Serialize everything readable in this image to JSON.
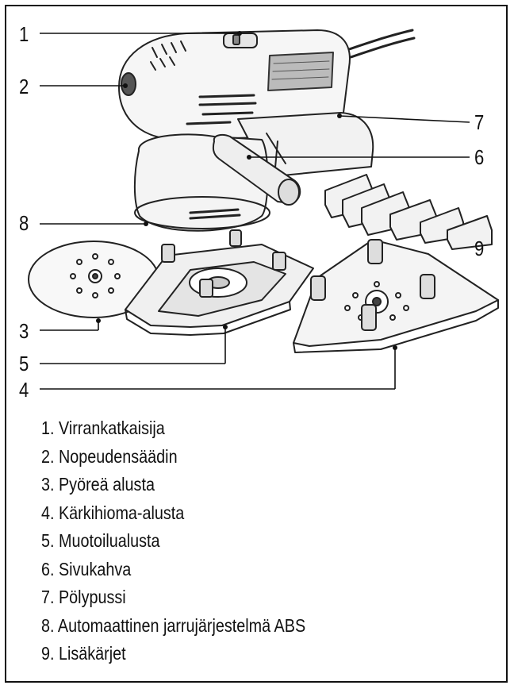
{
  "callouts": [
    "1",
    "2",
    "3",
    "4",
    "5",
    "6",
    "7",
    "8",
    "9"
  ],
  "legend": [
    "1. Virrankatkaisija",
    "2. Nopeudensäädin",
    "3. Pyöreä alusta",
    "4. Kärkihioma-alusta",
    "5. Muotoilualusta",
    "6. Sivukahva",
    "7. Pölypussi",
    "8. Automaattinen jarrujärjestelmä ABS",
    "9. Lisäkärjet"
  ]
}
